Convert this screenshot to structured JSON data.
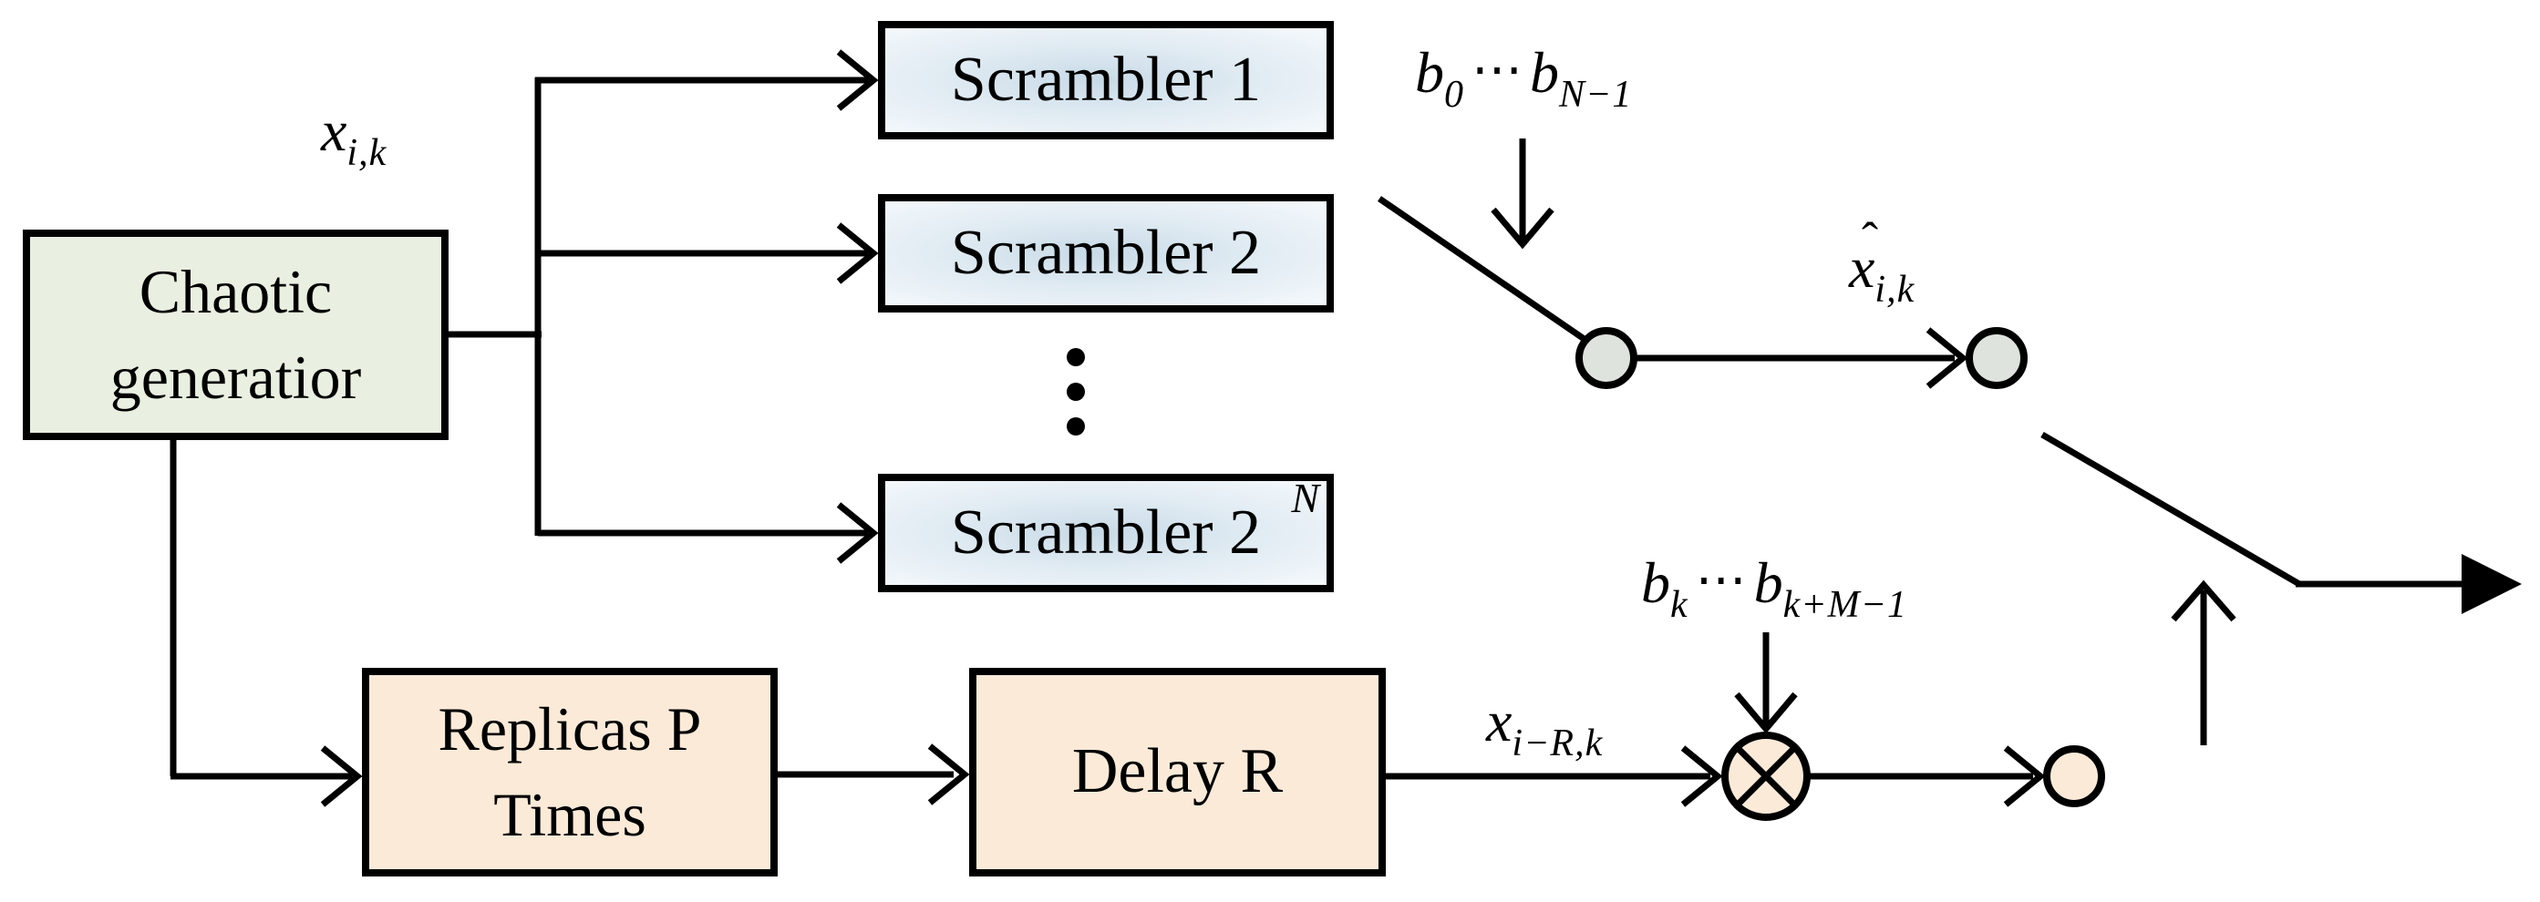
{
  "diagram": {
    "title": "Chaotic scrambler / delay transmitter block diagram",
    "blocks": {
      "chaotic_generator": {
        "line1": "Chaotic",
        "line2": "generatior"
      },
      "scrambler_1": {
        "label": "Scrambler 1"
      },
      "scrambler_2": {
        "label": "Scrambler 2"
      },
      "scrambler_2n": {
        "label": "Scrambler 2",
        "superscript": "N"
      },
      "replicas": {
        "line1": "Replicas P",
        "line2": "Times"
      },
      "delay": {
        "label": "Delay R"
      }
    },
    "math_labels": {
      "x_ik": {
        "base": "x",
        "sub": "i,k"
      },
      "b0": {
        "b1": "b",
        "sub1": "0",
        "dots": "⋯",
        "b2": "b",
        "sub2": "N−1"
      },
      "xhat_ik": {
        "hat": "ˆ",
        "base": "x",
        "sub": "i,k"
      },
      "bk": {
        "b1": "b",
        "sub1": "k",
        "dots": "⋯",
        "b2": "b",
        "sub2": "k+M−1"
      },
      "x_iRk": {
        "base": "x",
        "sub": "i−R,k"
      }
    },
    "colors": {
      "page_bg": "#ffffff",
      "ink": "#000000",
      "chaotic_fill": "#e9efe1",
      "scrambler_mid": "#c8dae7",
      "scrambler_soft": "#dfeaf2",
      "scrambler_edge": "#f5f9fc",
      "peach_fill": "#fcead9",
      "node_fill": "#dee3dd"
    }
  }
}
